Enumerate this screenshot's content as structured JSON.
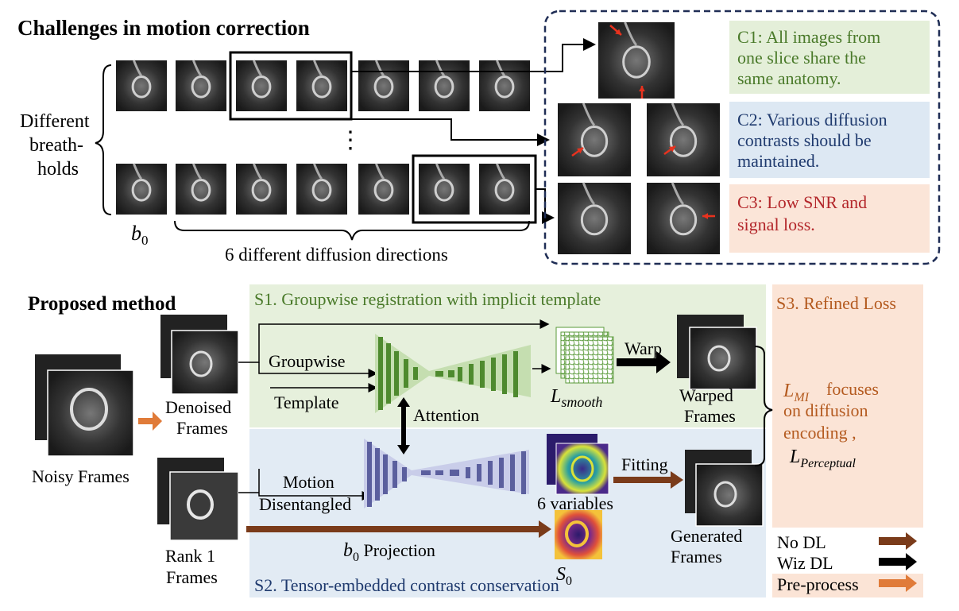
{
  "top": {
    "title": "Challenges in motion correction",
    "breathholds_label": [
      "Different",
      "breath-",
      "holds"
    ],
    "b0_label": "b",
    "b0_sub": "0",
    "directions_label": "6 different diffusion directions",
    "vdots": "⋮",
    "challenges": [
      {
        "lines": [
          "C1:  All  images  from",
          "one  slice  share  the",
          "same anatomy."
        ],
        "bg": "#e4efd9",
        "color": "#4a7a2a"
      },
      {
        "lines": [
          "C2:  Various  diffusion",
          "contrasts  should  be",
          "maintained."
        ],
        "bg": "#dde8f3",
        "color": "#1f3a6e"
      },
      {
        "lines": [
          "C3:  Low  SNR  and",
          "signal loss."
        ],
        "bg": "#fbe5d8",
        "color": "#b3262a"
      }
    ]
  },
  "bottom": {
    "title": "Proposed method",
    "noisy_frames": "Noisy Frames",
    "denoised_frames": [
      "Denoised",
      "Frames"
    ],
    "rank1_frames": [
      "Rank 1",
      "Frames"
    ],
    "s1_label": "S1.  Groupwise registration with implicit template",
    "s2_label": "S2.  Tensor-embedded contrast conservation",
    "s3_label": "S3. Refined Loss",
    "groupwise": "Groupwise",
    "template": "Template",
    "attention": "Attention",
    "motion": "Motion",
    "disentangled": "Disentangled",
    "warp": "Warp",
    "fitting": "Fitting",
    "l_smooth_main": "L",
    "l_smooth_sub": "smooth",
    "warped_frames": [
      "Warped",
      "Frames"
    ],
    "generated_frames": [
      "Generated",
      "Frames"
    ],
    "six_variables": "6 variables",
    "b0_projection_main": "b",
    "b0_projection_sub": "0",
    "b0_projection_rest": " Projection",
    "s0_main": "S",
    "s0_sub": "0",
    "loss_lmi_main": "L",
    "loss_lmi_sub": "MI",
    "loss_lines": [
      "focuses",
      "on diffusion",
      "encoding ,"
    ],
    "loss_perc_main": "L",
    "loss_perc_sub": "Perceptual",
    "legend": [
      {
        "label": "No DL",
        "color": "#7a3b1a"
      },
      {
        "label": "Wiz DL",
        "color": "#000000"
      },
      {
        "label": "Pre-process",
        "color": "#e07b39"
      }
    ],
    "colors": {
      "s1_bg": "#e6f0dc",
      "s2_bg": "#e2ebf4",
      "s3_bg": "#fbe4d6",
      "brown": "#7a3b1a",
      "orange": "#e07b39",
      "green_net": "#a9cc8c",
      "blue_net": "#a9afd8"
    }
  }
}
